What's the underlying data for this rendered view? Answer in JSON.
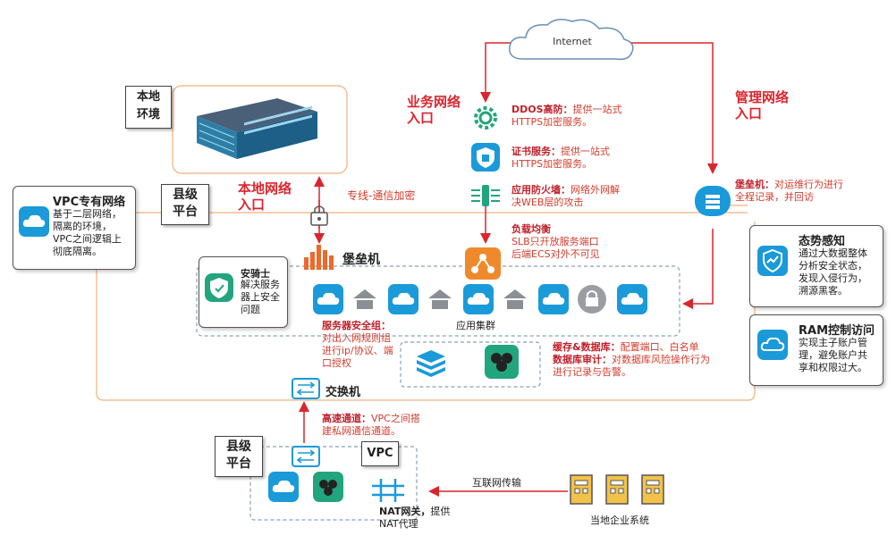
{
  "internet": "Internet",
  "local_env": "本地\n环境",
  "business_entry": "业务网络\n入口",
  "mgmt_entry": "管理网络\n入口",
  "local_entry": "本地网络\n入口",
  "ddos": {
    "title": "DDOS高防：",
    "line1": "提供一站式",
    "line2": "HTTPS加密服务。"
  },
  "cert": {
    "title": "证书服务：",
    "line1": "提供一站式",
    "line2": "HTTPS加密服务。"
  },
  "waf": {
    "title": "应用防火墙：",
    "line1": "网络外网解",
    "line2": "决WEB层的攻击"
  },
  "slb": {
    "title": "负载均衡",
    "line1": "SLB只开放服务端口",
    "line2": "后端ECS对外不可见"
  },
  "bastion_desc": {
    "title": "堡垒机：",
    "line1": "对运维行为进行",
    "line2": "全程记录，并回访"
  },
  "dedicated_line": "专线-通信加密",
  "bastion_label": "堡垒机",
  "vpc_box": {
    "title": "VPC专有网络",
    "text": "基于二层网络，\n隔离的环境，\nVPC之间逻辑上\n彻底隔离。"
  },
  "county_top": "县级\n平台",
  "county_bottom": "县级\n平台",
  "knight": {
    "title": "安骑士",
    "text": "解决服务\n器上安全\n问题"
  },
  "app_cluster": "应用集群",
  "sec_group": {
    "title": "服务器安全组：",
    "text": "对出入网规则组\n进行ip/协议、端\n口授权"
  },
  "cache_db": {
    "title": "缓存&数据库：",
    "text": "配置端口、白名单"
  },
  "db_audit": {
    "title": "数据库审计：",
    "text": "对数据库风险操作行为\n进行记录与告警。"
  },
  "situation": {
    "title": "态势感知",
    "text": "通过大数据整体\n分析安全状态，\n发现入侵行为，\n溯源黑客。"
  },
  "ram": {
    "title": "RAM控制访问",
    "text": "实现主子账户管\n理，避免账户共\n享和权限过大。"
  },
  "switch_label": "交换机",
  "express": {
    "title": "高速通道：",
    "text": "VPC之间搭\n建私网通信通道。"
  },
  "vpc_label": "VPC",
  "nat": {
    "title": "NAT网关，",
    "text": "提供\nNAT代理"
  },
  "internet_transfer": "互联网传输",
  "enterprise": "当地企业系统",
  "colors": {
    "red": "#d9262e",
    "orange_border": "#f0a060",
    "blue_icon": "#1a9ad8",
    "green_icon": "#22a57e"
  }
}
